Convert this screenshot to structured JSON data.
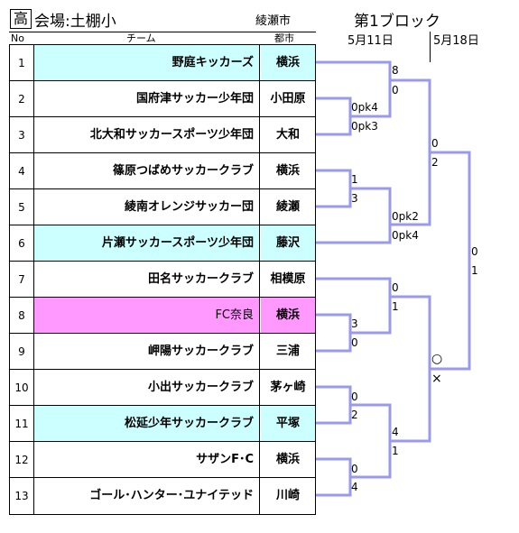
{
  "header": {
    "badge": "高",
    "venue": "会場:土棚小",
    "city": "綾瀬市",
    "block": "第1ブロック",
    "date1": "5月11日",
    "date2": "5月18日"
  },
  "columns": {
    "no": "No",
    "team": "チーム",
    "city": "都市"
  },
  "rows": [
    {
      "no": "1",
      "team": "野庭キッカーズ",
      "city": "横浜",
      "hl": "cyan"
    },
    {
      "no": "2",
      "team": "国府津サッカー少年団",
      "city": "小田原",
      "hl": ""
    },
    {
      "no": "3",
      "team": "北大和サッカースポーツ少年団",
      "city": "大和",
      "hl": ""
    },
    {
      "no": "4",
      "team": "篠原つばめサッカークラブ",
      "city": "横浜",
      "hl": ""
    },
    {
      "no": "5",
      "team": "綾南オレンジサッカー団",
      "city": "綾瀬",
      "hl": ""
    },
    {
      "no": "6",
      "team": "片瀬サッカースポーツ少年団",
      "city": "藤沢",
      "hl": "cyan"
    },
    {
      "no": "7",
      "team": "田名サッカークラブ",
      "city": "相模原",
      "hl": ""
    },
    {
      "no": "8",
      "team": "FC奈良",
      "city": "横浜",
      "hl": "pink"
    },
    {
      "no": "9",
      "team": "岬陽サッカークラブ",
      "city": "三浦",
      "hl": ""
    },
    {
      "no": "10",
      "team": "小出サッカークラブ",
      "city": "茅ヶ崎",
      "hl": ""
    },
    {
      "no": "11",
      "team": "松延少年サッカークラブ",
      "city": "平塚",
      "hl": "cyan"
    },
    {
      "no": "12",
      "team": "サザンF･C",
      "city": "横浜",
      "hl": ""
    },
    {
      "no": "13",
      "team": "ゴール･ハンター･ユナイテッド",
      "city": "川崎",
      "hl": ""
    }
  ],
  "scores": {
    "r1a": "0pk4",
    "r1b": "0pk3",
    "r2a": "8",
    "r2b": "0",
    "r3a": "1",
    "r3b": "3",
    "r4a": "0pk2",
    "r4b": "0pk4",
    "r5a": "0",
    "r5b": "2",
    "r6a": "0",
    "r6b": "1",
    "r7a": "3",
    "r7b": "0",
    "r8a": "○",
    "r8b": "×",
    "r9a": "0",
    "r9b": "2",
    "r10a": "4",
    "r10b": "1",
    "r11a": "0",
    "r11b": "4",
    "r12a": "0",
    "r12b": "1"
  },
  "colors": {
    "line": "#9999ee",
    "cyan": "#ccffff",
    "pink": "#ff99ff"
  }
}
